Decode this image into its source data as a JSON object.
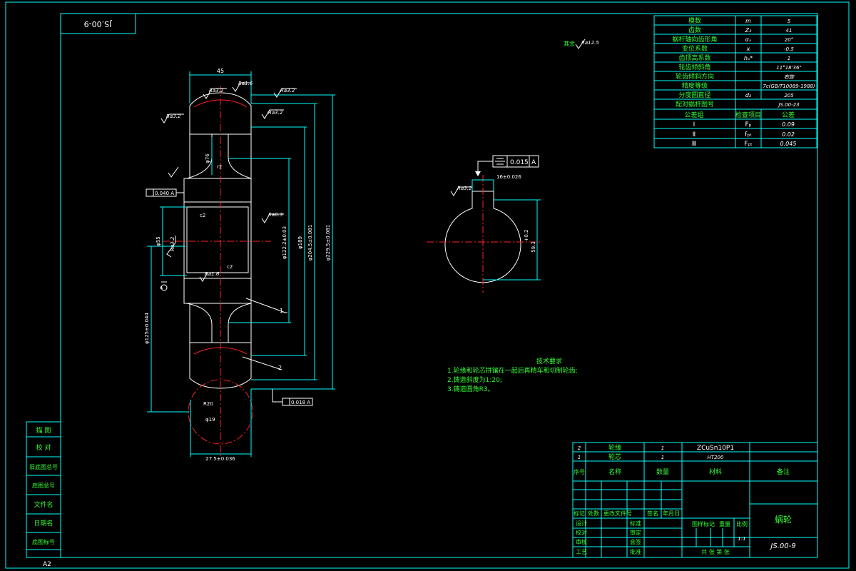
{
  "drawing_code_box": "JS.00-9",
  "drawing_code": "JS.00-9",
  "part_name": "蜗轮",
  "scale": "1:1",
  "sheet_corner_code": "A2",
  "roughness_rest": "其余",
  "roughness_rest_value": "Ra12.5",
  "params": [
    {
      "label": "模数",
      "symbol": "m",
      "value": "5"
    },
    {
      "label": "齿数",
      "symbol": "Z₂",
      "value": "41"
    },
    {
      "label": "蜗杆轴向齿形角",
      "symbol": "αₓ",
      "value": "20°"
    },
    {
      "label": "变位系数",
      "symbol": "x",
      "value": "-0.5"
    },
    {
      "label": "齿顶高系数",
      "symbol": "hₐ*",
      "value": "1"
    },
    {
      "label": "轮齿倾斜角",
      "symbol": "",
      "value": "11°18'36\""
    },
    {
      "label": "轮齿倾斜方向",
      "symbol": "",
      "value": "右旋"
    },
    {
      "label": "精度等级",
      "symbol": "",
      "value": "7c(GB/T10089-1988)"
    },
    {
      "label": "分度圆直径",
      "symbol": "d₂",
      "value": "205"
    },
    {
      "label": "配对蜗杆图号",
      "symbol": "",
      "value": "JS.00-23"
    }
  ],
  "tolerance_header": {
    "group": "公差组",
    "item": "检查项目",
    "value": "公差"
  },
  "tolerance_rows": [
    {
      "group": "Ⅰ",
      "item": "Fₚ",
      "value": "0.09"
    },
    {
      "group": "Ⅱ",
      "item": "fₚₜ",
      "value": "0.02"
    },
    {
      "group": "Ⅲ",
      "item": "Fₚₜ",
      "value": "0.045"
    }
  ],
  "tech_req": {
    "title": "技术要求",
    "items": [
      "1.轮缘和轮芯拼镶在一起后再精车和切制轮齿;",
      "2.铸造斜度为1:20;",
      "3.铸造圆角R3。"
    ]
  },
  "bom": [
    {
      "no": "2",
      "name": "轮缘",
      "qty": "1",
      "material": "ZCuSn10P1",
      "note": ""
    },
    {
      "no": "1",
      "name": "轮芯",
      "qty": "1",
      "material": "HT200",
      "note": ""
    }
  ],
  "bom_header": {
    "no": "序号",
    "name": "名称",
    "qty": "数量",
    "material": "材料",
    "note": "备注"
  },
  "title_block": {
    "rev_headers": [
      "标记",
      "处数",
      "更改文件号",
      "签名",
      "年月日"
    ],
    "design": "设计",
    "check": "校对",
    "review": "审核",
    "process": "工艺",
    "standard": "标准",
    "examine": "审定",
    "countersign": "会签",
    "approve": "批准",
    "stage": "图样标记",
    "weight": "重量",
    "scale_label": "比例",
    "sheets": "共 张 第 张"
  },
  "left_strip": [
    "描 图",
    "校 对",
    "旧底图总号",
    "底图总号",
    "文件名",
    "日期名",
    "底图标号"
  ],
  "section_dims": {
    "width_top": "45",
    "ra32a": "Ra3.2",
    "ra16": "Ra1.6",
    "ra32b": "Ra3.2",
    "ra32c": "Ra3.2",
    "ra32d": "Ra3.2",
    "ra63": "Ra6.3",
    "ra16b": "Ra1.6",
    "ra32e": "Ra3.2",
    "d76": "φ76",
    "r2a": "r2",
    "c2a": "c2",
    "c2b": "c2",
    "d55": "φ55",
    "d125": "φ125±0.044",
    "d1222": "φ122.2±0.03",
    "d189": "φ189",
    "d20455": "φ204.5±0.081",
    "d2295": "φ229.5±0.081",
    "runout1": "0.040 A",
    "runout2": "0.018 A",
    "r20": "R20",
    "d19": "φ19",
    "hub_w": "27.5±0.036",
    "leader1": "1",
    "leader2": "2",
    "datum": "A"
  },
  "key_view": {
    "sym": "0.015",
    "datum": "A",
    "keyw": "16±0.026",
    "depth": "59.3",
    "tol": "+0.2",
    "ra": "Ra3.2"
  }
}
